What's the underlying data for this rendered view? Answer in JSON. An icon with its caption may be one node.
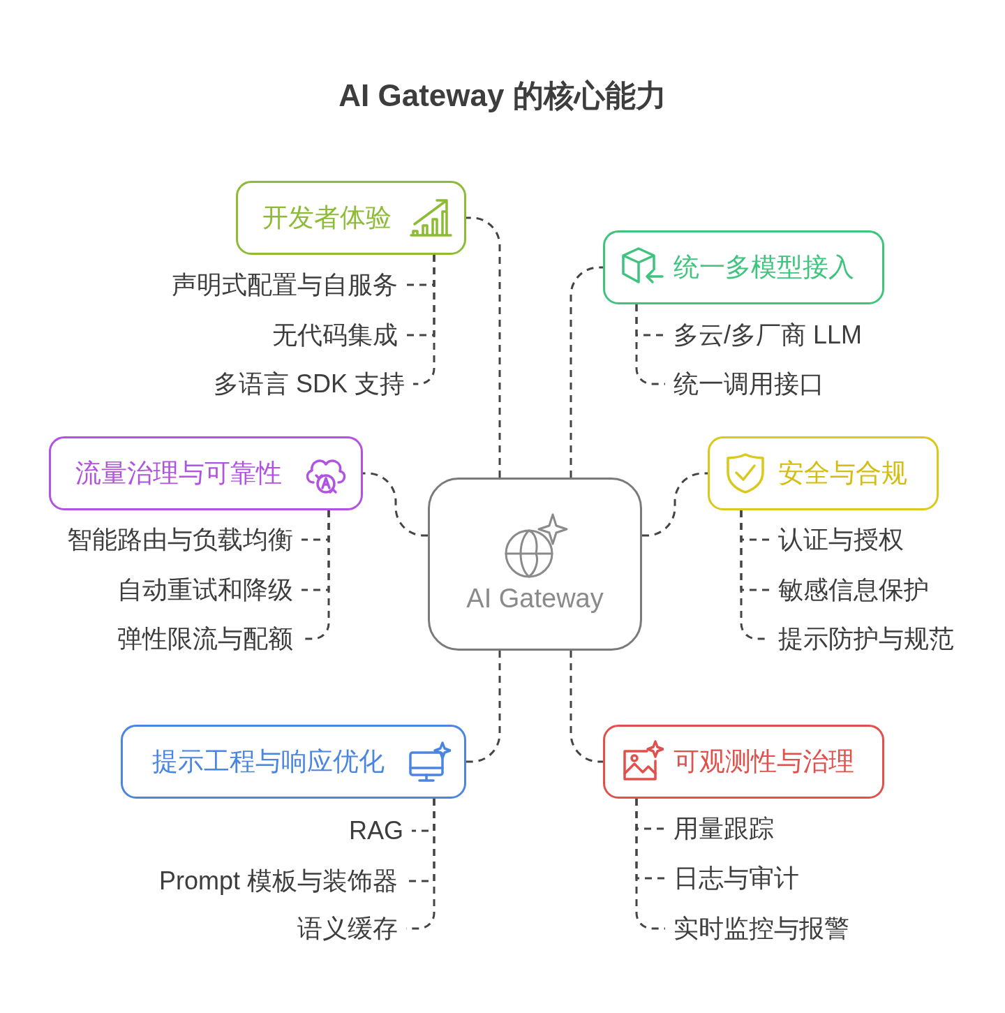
{
  "diagram": {
    "title": "AI Gateway 的核心能力",
    "nodes": [
      {
        "text": [
          "AI Gateway"
        ]
      },
      {
        "text": [
          "开发者体验"
        ]
      },
      {
        "text": [
          "声明式配置与自服务"
        ]
      },
      {
        "text": [
          "无代码集成"
        ]
      },
      {
        "text": [
          "多语言 SDK 支持"
        ]
      },
      {
        "text": [
          "统一多模型接入"
        ]
      },
      {
        "text": [
          "多云/多厂商 LLM"
        ]
      },
      {
        "text": [
          "统一调用接口"
        ]
      },
      {
        "text": [
          "流量治理与可靠性"
        ]
      },
      {
        "text": [
          "智能路由与负载均衡"
        ]
      },
      {
        "text": [
          "自动重试和降级"
        ]
      },
      {
        "text": [
          "弹性限流与配额"
        ]
      },
      {
        "text": [
          "安全与合规"
        ]
      },
      {
        "text": [
          "认证与授权"
        ]
      },
      {
        "text": [
          "敏感信息保护"
        ]
      },
      {
        "text": [
          "提示防护与规范"
        ]
      },
      {
        "text": [
          "提示工程与响应优化"
        ]
      },
      {
        "text": [
          "RAG"
        ]
      },
      {
        "text": [
          "Prompt 模板与装饰器"
        ]
      },
      {
        "text": [
          "语义缓存"
        ]
      },
      {
        "text": [
          "可观测性与治理"
        ]
      },
      {
        "text": [
          "用量跟踪"
        ]
      },
      {
        "text": [
          "日志与审计"
        ]
      },
      {
        "text": [
          "实时监控与报警"
        ]
      }
    ],
    "edges": [
      {
        "from": 0,
        "to": 1,
        "arrow": "none",
        "style": "dashed"
      },
      {
        "from": 1,
        "to": 2,
        "arrow": "none",
        "style": "dashed"
      },
      {
        "from": 1,
        "to": 3,
        "arrow": "none",
        "style": "dashed"
      },
      {
        "from": 1,
        "to": 4,
        "arrow": "none",
        "style": "dashed"
      },
      {
        "from": 0,
        "to": 5,
        "arrow": "none",
        "style": "dashed"
      },
      {
        "from": 5,
        "to": 6,
        "arrow": "none",
        "style": "dashed"
      },
      {
        "from": 5,
        "to": 7,
        "arrow": "none",
        "style": "dashed"
      },
      {
        "from": 0,
        "to": 8,
        "arrow": "none",
        "style": "dashed"
      },
      {
        "from": 8,
        "to": 9,
        "arrow": "none",
        "style": "dashed"
      },
      {
        "from": 8,
        "to": 10,
        "arrow": "none",
        "style": "dashed"
      },
      {
        "from": 8,
        "to": 11,
        "arrow": "none",
        "style": "dashed"
      },
      {
        "from": 0,
        "to": 12,
        "arrow": "none",
        "style": "dashed"
      },
      {
        "from": 12,
        "to": 13,
        "arrow": "none",
        "style": "dashed"
      },
      {
        "from": 12,
        "to": 14,
        "arrow": "none",
        "style": "dashed"
      },
      {
        "from": 12,
        "to": 15,
        "arrow": "none",
        "style": "dashed"
      },
      {
        "from": 0,
        "to": 16,
        "arrow": "none",
        "style": "dashed"
      },
      {
        "from": 16,
        "to": 17,
        "arrow": "none",
        "style": "dashed"
      },
      {
        "from": 16,
        "to": 18,
        "arrow": "none",
        "style": "dashed"
      },
      {
        "from": 16,
        "to": 19,
        "arrow": "none",
        "style": "dashed"
      },
      {
        "from": 0,
        "to": 20,
        "arrow": "none",
        "style": "dashed"
      },
      {
        "from": 20,
        "to": 21,
        "arrow": "none",
        "style": "dashed"
      },
      {
        "from": 20,
        "to": 22,
        "arrow": "none",
        "style": "dashed"
      },
      {
        "from": 20,
        "to": 23,
        "arrow": "none",
        "style": "dashed"
      }
    ]
  }
}
